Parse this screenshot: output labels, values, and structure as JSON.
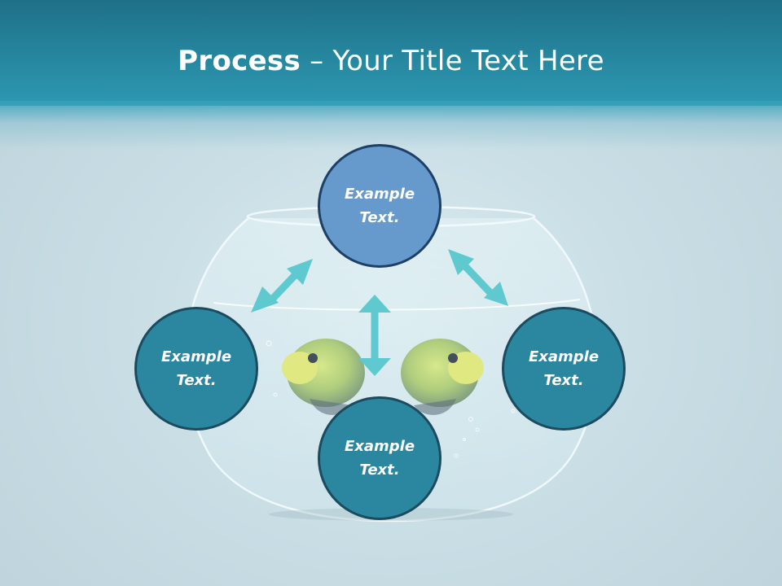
{
  "title": {
    "bold": "Process",
    "rest": " – Your Title Text Here"
  },
  "nodes": {
    "top": "Example Text.",
    "left": "Example Text.",
    "right": "Example Text.",
    "bottom": "Example Text."
  },
  "colors": {
    "header": "#26879f",
    "node_teal": "#2b879f",
    "node_blue": "#6699cc",
    "arrow": "#5ec9cf"
  }
}
